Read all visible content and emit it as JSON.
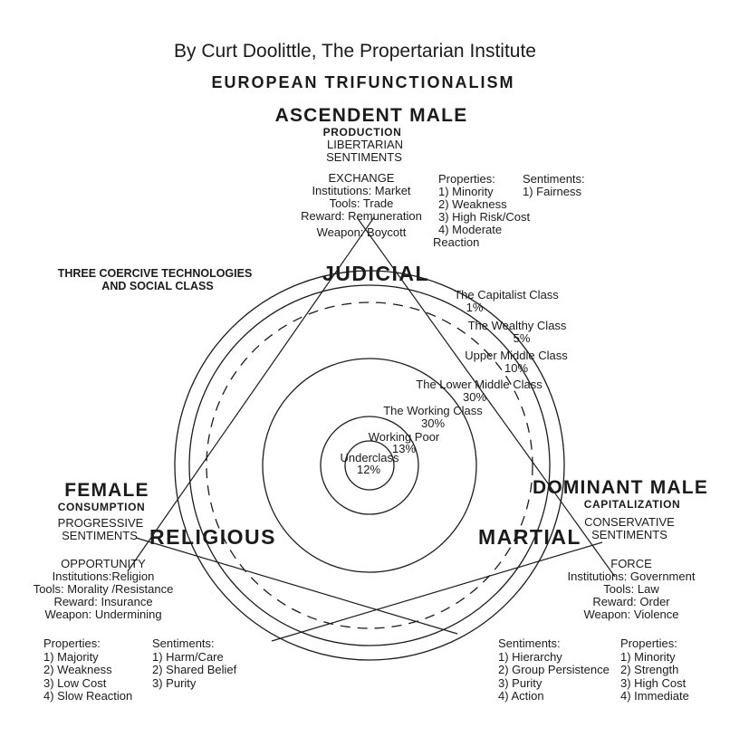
{
  "colors": {
    "ink": "#1b1b1b",
    "background": "#ffffff"
  },
  "header": {
    "byline": "By Curt Doolittle, The Propertarian Institute",
    "title": "EUROPEAN TRIFUNCTIONALISM"
  },
  "legend": {
    "line1": "THREE COERCIVE TECHNOLOGIES",
    "line2": "AND SOCIAL CLASS"
  },
  "ascendent": {
    "archetype": "ASCENDENT MALE",
    "function": "PRODUCTION",
    "sentiment_line1": "LIBERTARIAN",
    "sentiment_line2": "SENTIMENTS",
    "technology": {
      "name": "EXCHANGE",
      "institutions": "Institutions: Market",
      "tools": "Tools: Trade",
      "reward": "Reward: Remuneration",
      "weapon": "Weapon: Boycott"
    },
    "properties": {
      "heading": "Properties:",
      "items": [
        "1) Minority",
        "2) Weakness",
        "3) High Risk/Cost",
        "4) Moderate",
        "Reaction"
      ]
    },
    "sentiments": {
      "heading": "Sentiments:",
      "items": [
        "1) Fairness"
      ]
    },
    "vertex": "JUDICIAL"
  },
  "female": {
    "archetype": "FEMALE",
    "function": "CONSUMPTION",
    "sentiment_line1": "PROGRESSIVE",
    "sentiment_line2": "SENTIMENTS",
    "technology": {
      "name": "OPPORTUNITY",
      "institutions": "Institutions:Religion",
      "tools": "Tools: Morality /Resistance",
      "reward": "Reward: Insurance",
      "weapon": "Weapon: Undermining"
    },
    "properties": {
      "heading": "Properties:",
      "items": [
        "1) Majority",
        "2) Weakness",
        "3) Low Cost",
        "4) Slow Reaction"
      ]
    },
    "sentiments": {
      "heading": "Sentiments:",
      "items": [
        "1) Harm/Care",
        "2) Shared Belief",
        "3) Purity"
      ]
    },
    "vertex": "RELIGIOUS"
  },
  "dominant": {
    "archetype": "DOMINANT MALE",
    "function": "CAPITALIZATION",
    "sentiment_line1": "CONSERVATIVE",
    "sentiment_line2": "SENTIMENTS",
    "technology": {
      "name": "FORCE",
      "institutions": "Institutions: Government",
      "tools": "Tools: Law",
      "reward": "Reward: Order",
      "weapon": "Weapon: Violence"
    },
    "properties": {
      "heading": "Properties:",
      "items": [
        "1) Minority",
        "2) Strength",
        "3) High Cost",
        "4) Immediate"
      ]
    },
    "sentiments": {
      "heading": "Sentiments:",
      "items": [
        "1) Hierarchy",
        "2) Group Persistence",
        "3) Purity",
        "4) Action"
      ]
    },
    "vertex": "MARTIAL"
  },
  "classes": [
    {
      "name": "The Capitalist Class",
      "pct": "1%"
    },
    {
      "name": "The Wealthy Class",
      "pct": "5%"
    },
    {
      "name": "Upper Middle Class",
      "pct": "10%"
    },
    {
      "name": "The Lower Middle Class",
      "pct": "30%"
    },
    {
      "name": "The Working Class",
      "pct": "30%"
    },
    {
      "name": "Working Poor",
      "pct": "13%"
    },
    {
      "name": "Underclass",
      "pct": "12%"
    }
  ]
}
